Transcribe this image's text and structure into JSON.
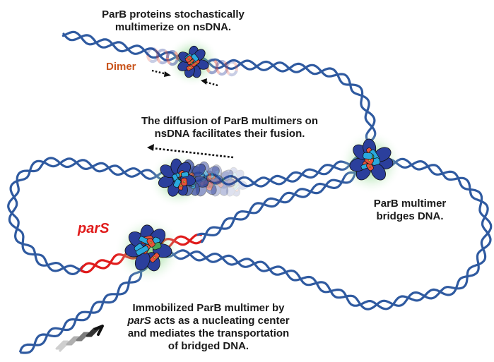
{
  "labels": {
    "top": [
      "ParB proteins stochastically",
      "multimerize on nsDNA."
    ],
    "dimer": "Dimer",
    "diffusion": [
      "The diffusion of ParB multimers on",
      "nsDNA facilitates their fusion."
    ],
    "bridge": [
      "ParB multimer",
      "bridges DNA."
    ],
    "pars": "parS",
    "immobilized": {
      "line1": "Immobilized ParB multimer by",
      "line2_italic": "parS",
      "line2_rest": " acts as a nucleating center",
      "line3": "and mediates the transportation",
      "line4": "of bridged DNA."
    }
  },
  "colors": {
    "dna": "#2f5aa0",
    "pars_dna": "#e01b1b",
    "parb_dark_blue": "#2b3f9c",
    "parb_red": "#e8533c",
    "parb_cyan": "#2aa9de",
    "parb_green": "#4aa85a",
    "glow": "#6cc46c",
    "dimer_label": "#c9541c",
    "text": "#1a1a1a"
  },
  "components": [
    {
      "id": "nucleating-multimer",
      "description": "ParB multimer on parS"
    },
    {
      "id": "bridging-multimer",
      "description": "ParB multimer bridging DNA"
    },
    {
      "id": "diffusing-multimer",
      "description": "ParB multimer diffusing on nsDNA"
    },
    {
      "id": "forming-multimer",
      "description": "ParB multimer forming from dimers"
    }
  ]
}
